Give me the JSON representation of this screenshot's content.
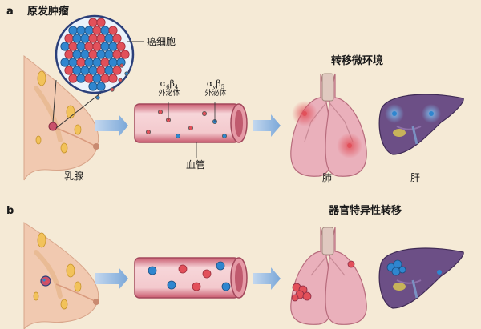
{
  "panel_a": {
    "letter": "a",
    "title": "原发肿瘤",
    "cancer_cell_label": "癌细胞",
    "exosome_a": {
      "greek": "α",
      "sub1": "6",
      "greek2": "β",
      "sub2": "4",
      "caption": "外泌体"
    },
    "exosome_b": {
      "greek": "α",
      "sub1": "v",
      "greek2": "β",
      "sub2": "5",
      "caption": "外泌体"
    },
    "vessel_label": "血管",
    "breast_label": "乳腺",
    "microenv_title": "转移微环境",
    "lung_label": "肺",
    "liver_label": "肝"
  },
  "panel_b": {
    "letter": "b",
    "title": "器官特异性转移"
  },
  "colors": {
    "background": "#f5ead6",
    "cell_red": "#e2505a",
    "cell_blue": "#2f86cf",
    "vessel": "#d97a8a",
    "lung": "#e9a9b4",
    "liver": "#6c4f86",
    "arrow": "#7aa7d8"
  }
}
